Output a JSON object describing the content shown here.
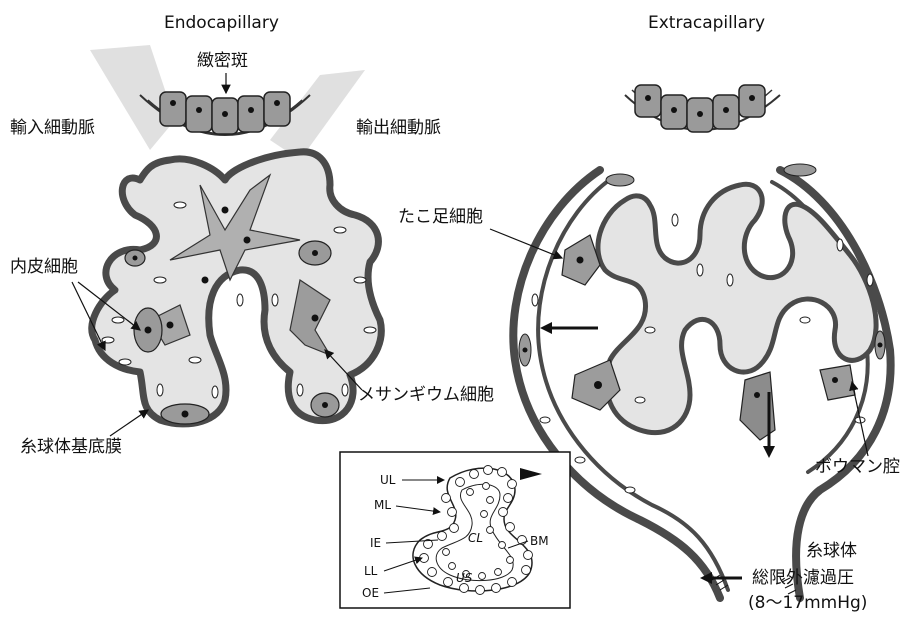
{
  "titles": {
    "left": "Endocapillary",
    "right": "Extracapillary"
  },
  "left_labels": {
    "macula_densa": "緻密斑",
    "afferent_arteriole": "輸入細動脈",
    "efferent_arteriole": "輸出細動脈",
    "endothelial_cell": "内皮細胞",
    "mesangial_cell": "メサンギウム細胞",
    "gbm": "糸球体基底膜"
  },
  "right_labels": {
    "podocyte": "たこ足細胞",
    "bowman_space": "ボウマン腔",
    "filtration_line1": "糸球体",
    "filtration_line2": "総限外濾過圧",
    "filtration_line3": "(8～17mmHg)"
  },
  "inset_labels": {
    "UL": "UL",
    "ML": "ML",
    "IE": "IE",
    "LL": "LL",
    "OE": "OE",
    "BM": "BM",
    "CL": "CL",
    "US": "US"
  }
}
